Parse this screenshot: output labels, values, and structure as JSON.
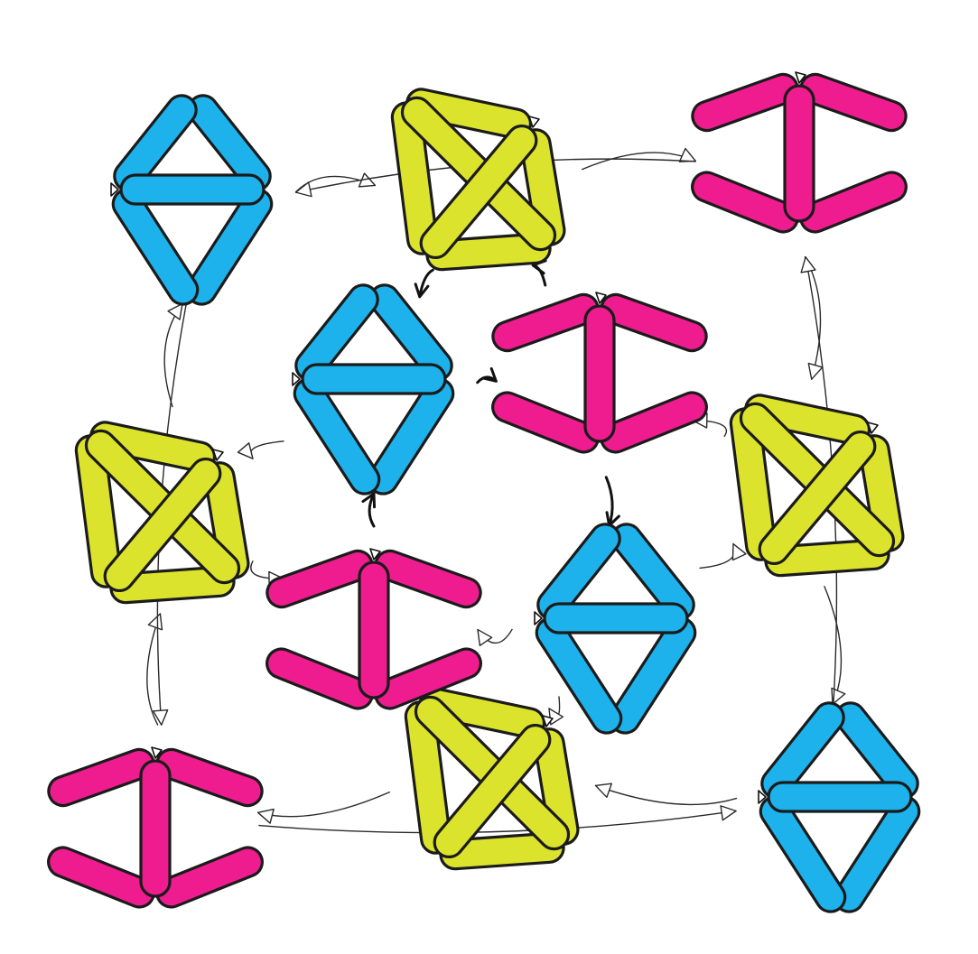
{
  "colors": {
    "blue": "#1db2ec",
    "pink": "#ee1c8e",
    "yellow": "#dce32d",
    "outline": "#1b1b1b",
    "background": "#ffffff"
  },
  "graph": {
    "nodes": [
      {
        "id": "outer-blue-top-left",
        "ring": "outer",
        "color": "blue",
        "shape": "diamond"
      },
      {
        "id": "outer-yellow-top",
        "ring": "outer",
        "color": "yellow",
        "shape": "square"
      },
      {
        "id": "outer-pink-top-right",
        "ring": "outer",
        "color": "pink",
        "shape": "wide"
      },
      {
        "id": "outer-yellow-right",
        "ring": "outer",
        "color": "yellow",
        "shape": "square"
      },
      {
        "id": "outer-blue-bottom-right",
        "ring": "outer",
        "color": "blue",
        "shape": "diamond"
      },
      {
        "id": "outer-yellow-bottom",
        "ring": "outer",
        "color": "yellow",
        "shape": "square"
      },
      {
        "id": "outer-pink-bottom-left",
        "ring": "outer",
        "color": "pink",
        "shape": "wide"
      },
      {
        "id": "outer-yellow-left",
        "ring": "outer",
        "color": "yellow",
        "shape": "square"
      },
      {
        "id": "inner-blue-top-left",
        "ring": "inner",
        "color": "blue",
        "shape": "diamond"
      },
      {
        "id": "inner-pink-top-right",
        "ring": "inner",
        "color": "pink",
        "shape": "wide"
      },
      {
        "id": "inner-blue-bottom-right",
        "ring": "inner",
        "color": "blue",
        "shape": "diamond"
      },
      {
        "id": "inner-pink-bottom-left",
        "ring": "inner",
        "color": "pink",
        "shape": "wide"
      }
    ],
    "edges": [
      {
        "from": "outer-blue-top-left",
        "to": "outer-yellow-top",
        "style": "thin"
      },
      {
        "from": "outer-yellow-top",
        "to": "outer-pink-top-right",
        "style": "thin"
      },
      {
        "from": "outer-pink-top-right",
        "to": "outer-blue-top-left",
        "style": "thin"
      },
      {
        "from": "outer-pink-top-right",
        "to": "outer-yellow-right",
        "style": "thin"
      },
      {
        "from": "outer-yellow-right",
        "to": "outer-blue-bottom-right",
        "style": "thin"
      },
      {
        "from": "outer-yellow-right",
        "to": "inner-pink-top-right",
        "style": "thin"
      },
      {
        "from": "outer-blue-bottom-right",
        "to": "outer-pink-top-right",
        "style": "thin"
      },
      {
        "from": "outer-blue-bottom-right",
        "to": "outer-yellow-bottom",
        "style": "thin"
      },
      {
        "from": "outer-yellow-bottom",
        "to": "outer-pink-bottom-left",
        "style": "thin"
      },
      {
        "from": "outer-pink-bottom-left",
        "to": "outer-blue-bottom-right",
        "style": "thin"
      },
      {
        "from": "outer-pink-bottom-left",
        "to": "outer-yellow-left",
        "style": "thin"
      },
      {
        "from": "outer-blue-top-left",
        "to": "outer-pink-bottom-left",
        "style": "thin"
      },
      {
        "from": "outer-yellow-left",
        "to": "outer-blue-top-left",
        "style": "thin"
      },
      {
        "from": "outer-yellow-left",
        "to": "inner-pink-bottom-left",
        "style": "thin"
      },
      {
        "from": "inner-blue-top-left",
        "to": "outer-yellow-left",
        "style": "thin"
      },
      {
        "from": "inner-pink-bottom-left",
        "to": "outer-yellow-bottom",
        "style": "thin"
      },
      {
        "from": "outer-yellow-bottom",
        "to": "inner-blue-bottom-right",
        "style": "thin"
      },
      {
        "from": "inner-blue-bottom-right",
        "to": "outer-yellow-right",
        "style": "thin"
      },
      {
        "from": "inner-blue-bottom-right",
        "to": "inner-pink-bottom-left",
        "style": "thin"
      },
      {
        "from": "inner-blue-top-left",
        "to": "inner-pink-top-right",
        "style": "bold"
      },
      {
        "from": "inner-pink-top-right",
        "to": "inner-blue-bottom-right",
        "style": "bold"
      },
      {
        "from": "inner-pink-bottom-left",
        "to": "inner-blue-top-left",
        "style": "bold"
      },
      {
        "from": "inner-pink-top-right",
        "to": "outer-yellow-top",
        "style": "bold"
      },
      {
        "from": "outer-yellow-top",
        "to": "inner-blue-top-left",
        "style": "bold"
      }
    ]
  }
}
